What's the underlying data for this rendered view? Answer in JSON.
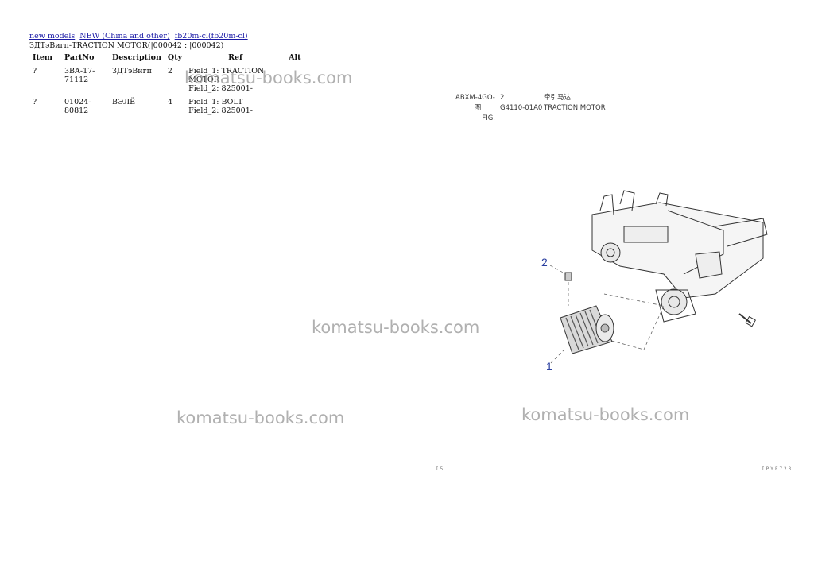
{
  "breadcrumb": [
    "new models",
    "NEW (China and other)",
    "fb20m-cl(fb20m-cl)"
  ],
  "page_title": "ЗДТэВигп-TRACTION MOTOR(|000042 : |000042)",
  "table": {
    "headers": [
      "Item",
      "PartNo",
      "Description",
      "Qty",
      "Ref",
      "Alt"
    ],
    "rows": [
      {
        "item": "?",
        "part_no": "3BA-17-71112",
        "description": "ЗДТэВигп",
        "qty": "2",
        "ref": [
          "Field_1: TRACTION MOTOR",
          "Field_2: 825001-"
        ],
        "alt": ""
      },
      {
        "item": "?",
        "part_no": "01024-80812",
        "description": "ВЭЛЁ",
        "qty": "4",
        "ref": [
          "Field_1: BOLT",
          "Field_2: 825001-"
        ],
        "alt": ""
      }
    ]
  },
  "watermark": "komatsu-books.com",
  "figure": {
    "code_label": "ABXM-4GO-",
    "code_value": "2",
    "cn_label": "图",
    "cn_title": "牵引马达",
    "fig_label": "FIG.",
    "fig_number": "G4110-01A0",
    "title": "TRACTION MOTOR",
    "callouts": [
      "1",
      "2"
    ]
  },
  "footer": {
    "page_mark": "I5",
    "doc_code": "IPYF723"
  },
  "colors": {
    "link": "#1a1aa6",
    "callout": "#2a3fa0",
    "watermark": "#969696"
  }
}
